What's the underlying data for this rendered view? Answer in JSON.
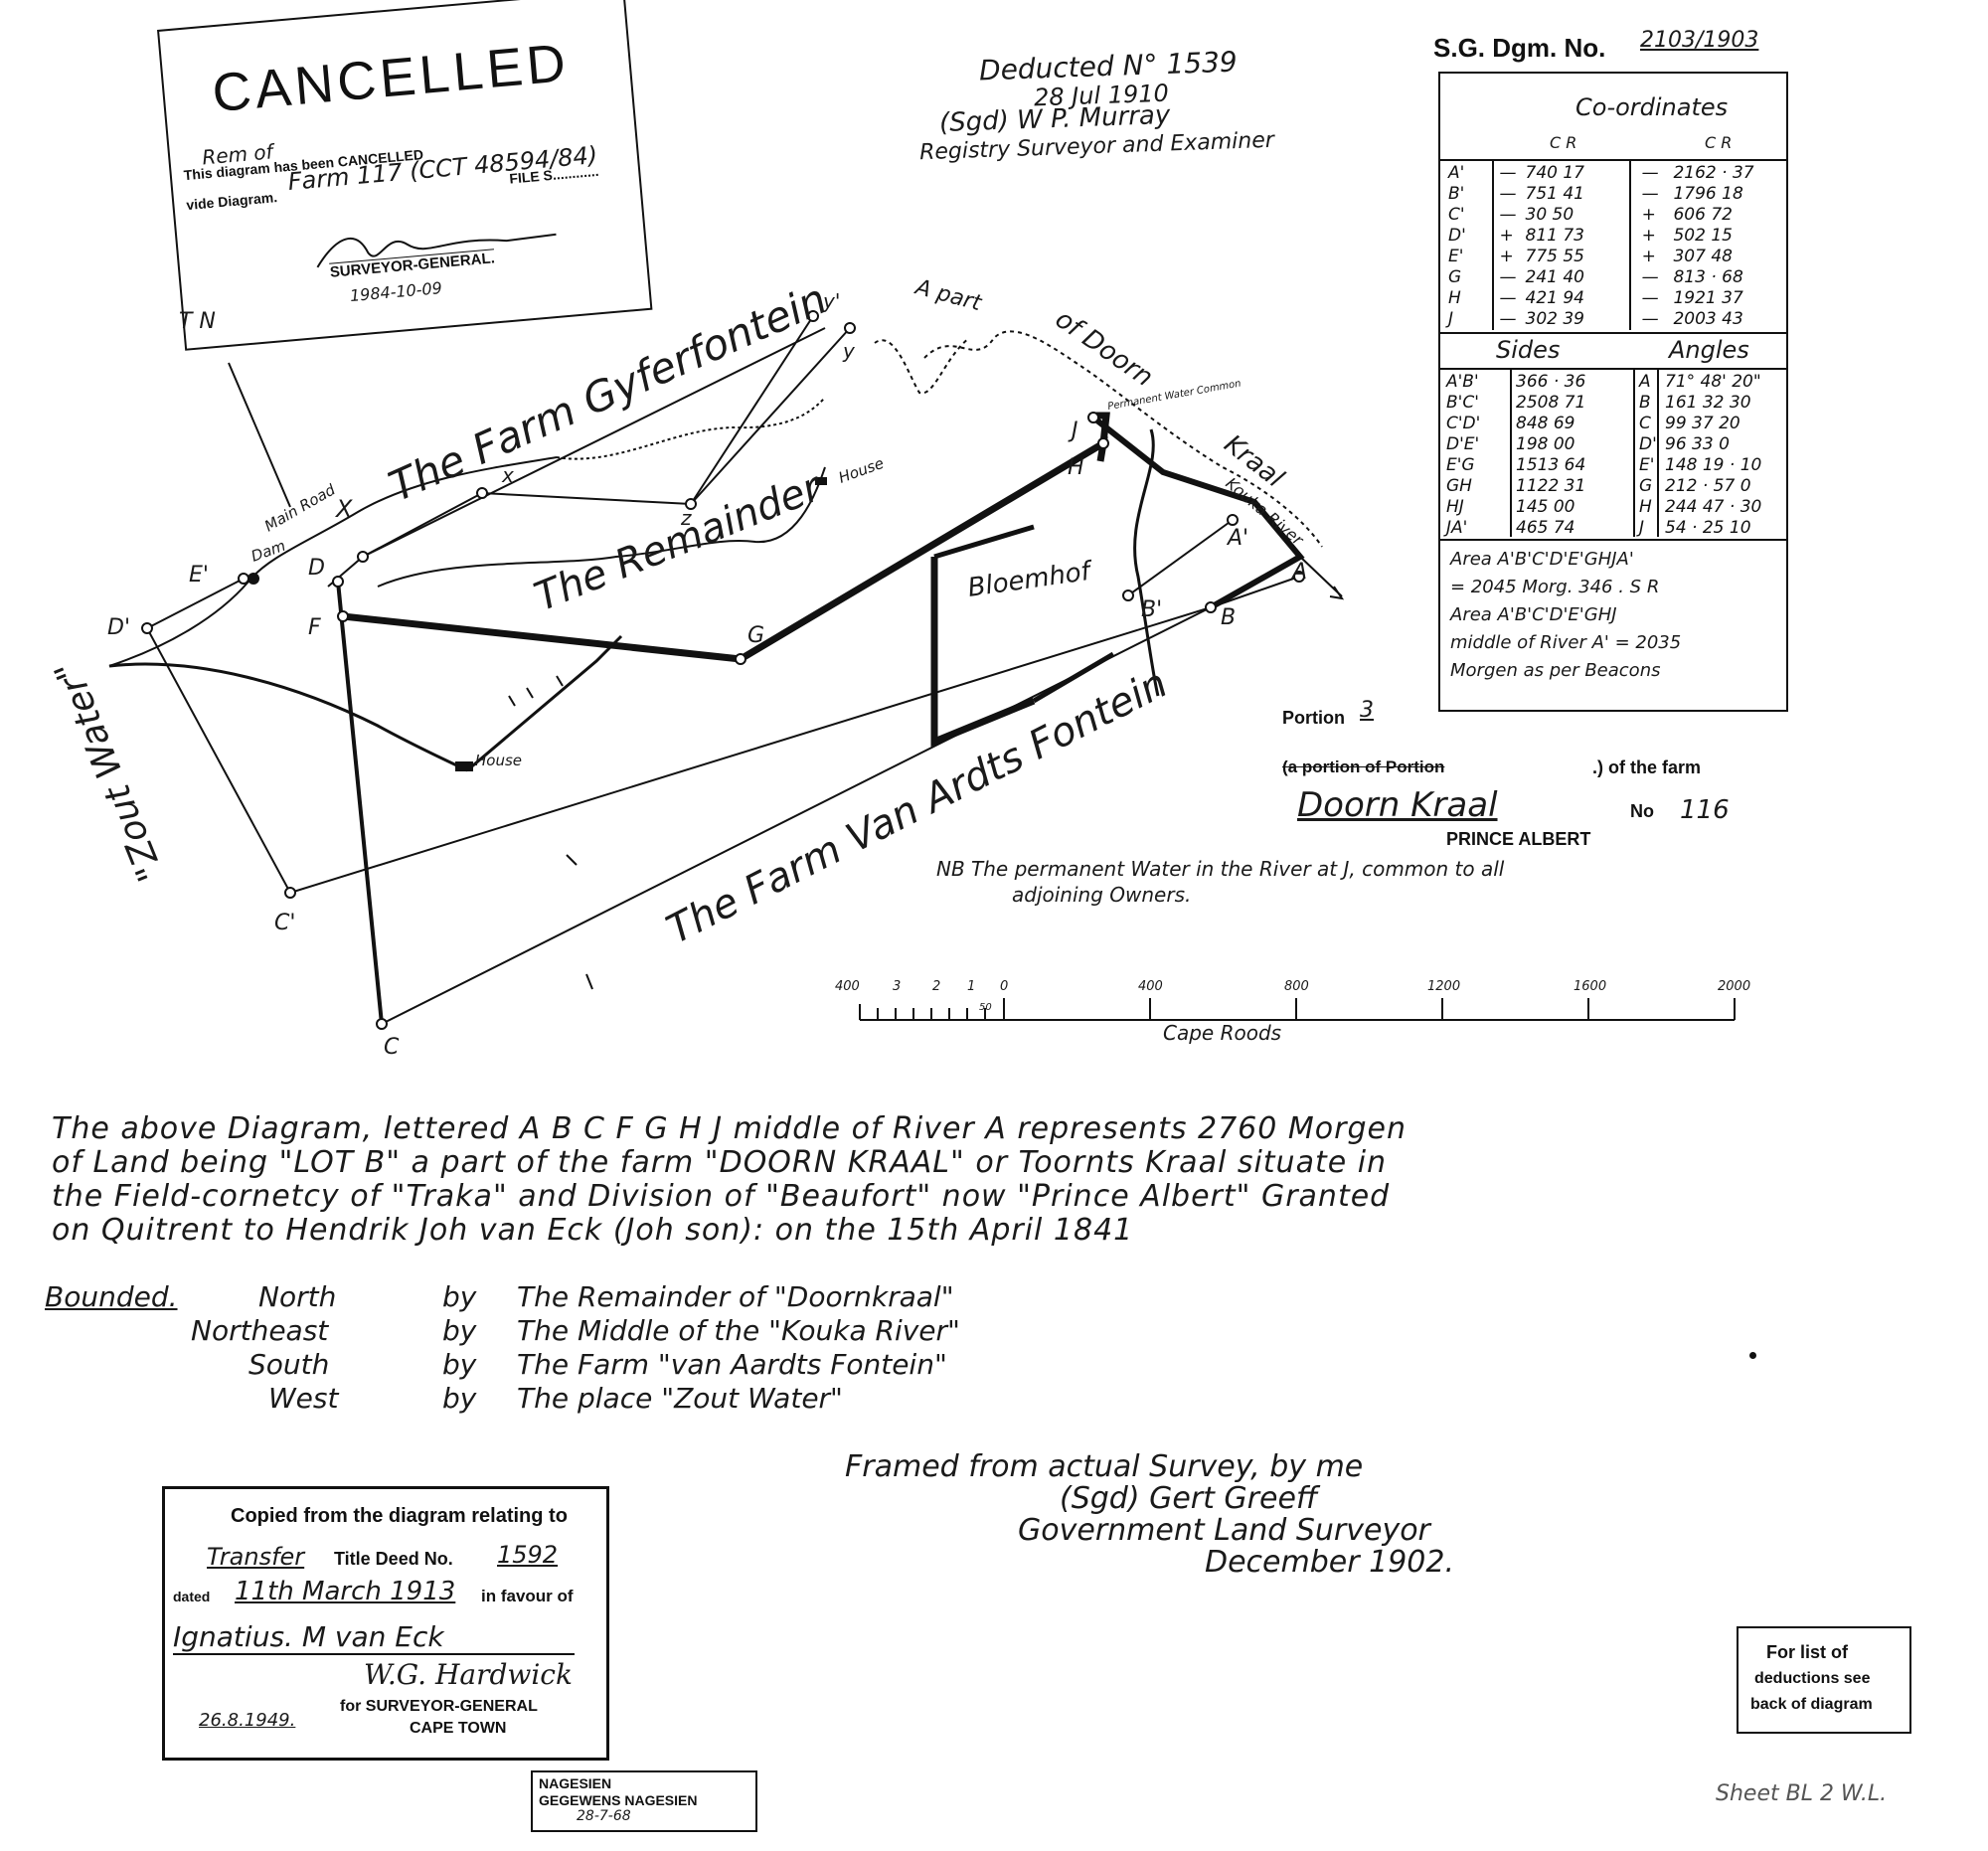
{
  "header": {
    "deducted_line1": "Deducted N° 1539",
    "deducted_line2": "28 Jul 1910",
    "deducted_line3": "(Sgd) W P. Murray",
    "deducted_line4": "Registry Surveyor and Examiner",
    "sg_label": "S.G. Dgm. No.",
    "sg_number": "2103/1903"
  },
  "cancelled_stamp": {
    "title": "CANCELLED",
    "rem_of": "Rem of",
    "line1": "This diagram has been CANCELLED",
    "vide_label": "vide Diagram.",
    "vide_value": "Farm 117 (CCT 48594/84)",
    "file_label": "FILE S............",
    "signer": "SURVEYOR-GENERAL.",
    "date": "1984-10-09"
  },
  "coordinates_panel": {
    "title": "Co-ordinates",
    "col1": "C R",
    "col2": "C R",
    "rows": [
      {
        "pt": "A'",
        "s1": "—",
        "v1": "740  17",
        "s2": "—",
        "v2": "2162 · 37"
      },
      {
        "pt": "B'",
        "s1": "—",
        "v1": "751  41",
        "s2": "—",
        "v2": "1796  18"
      },
      {
        "pt": "C'",
        "s1": "—",
        "v1": "30  50",
        "s2": "+",
        "v2": "606  72"
      },
      {
        "pt": "D'",
        "s1": "+",
        "v1": "811  73",
        "s2": "+",
        "v2": "502  15"
      },
      {
        "pt": "E'",
        "s1": "+",
        "v1": "775  55",
        "s2": "+",
        "v2": "307  48"
      },
      {
        "pt": "G",
        "s1": "—",
        "v1": "241  40",
        "s2": "—",
        "v2": "813 · 68"
      },
      {
        "pt": "H",
        "s1": "—",
        "v1": "421  94",
        "s2": "—",
        "v2": "1921  37"
      },
      {
        "pt": "J",
        "s1": "—",
        "v1": "302  39",
        "s2": "—",
        "v2": "2003  43"
      }
    ],
    "sides_title": "Sides",
    "angles_title": "Angles",
    "sides": [
      {
        "name": "A'B'",
        "value": "366 · 36",
        "pt": "A",
        "angle": "71° 48' 20\""
      },
      {
        "name": "B'C'",
        "value": "2508  71",
        "pt": "B",
        "angle": "161  32  30"
      },
      {
        "name": "C'D'",
        "value": "848  69",
        "pt": "C",
        "angle": "99  37  20"
      },
      {
        "name": "D'E'",
        "value": "198  00",
        "pt": "D'",
        "angle": "96  33  0"
      },
      {
        "name": "E'G",
        "value": "1513  64",
        "pt": "E'",
        "angle": "148  19 · 10"
      },
      {
        "name": "GH",
        "value": "1122  31",
        "pt": "G",
        "angle": "212 · 57  0"
      },
      {
        "name": "HJ",
        "value": "145  00",
        "pt": "H",
        "angle": "244  47 · 30"
      },
      {
        "name": "JA'",
        "value": "465  74",
        "pt": "J",
        "angle": "54 · 25  10"
      }
    ],
    "area1": "Area A'B'C'D'E'GHJA'",
    "area2": "= 2045 Morg. 346 . S R",
    "area3": "Area A'B'C'D'E'GHJ",
    "area4": "middle of River A' = 2035",
    "area5": "Morgen as per Beacons"
  },
  "portion": {
    "portion_label": "Portion",
    "portion_number": "3",
    "a_portion_of": "(a portion of Portion",
    "of_the_farm": ".) of the farm",
    "farm_name": "Doorn Kraal",
    "no_label": "No",
    "farm_number": "116",
    "district": "PRINCE ALBERT",
    "nb_line1": "NB  The permanent Water in the River at J, common to all",
    "nb_line2": "adjoining Owners."
  },
  "map_labels": {
    "gyfer": "The Farm Gyferfontein",
    "remainder": "The Remainder",
    "apart": "A part",
    "of_doorn": "of Doorn",
    "kraal": "Kraal",
    "bloemhof": "Bloemhof",
    "van_ardts": "The Farm Van Ardts Fontein",
    "zout": "\"Zout Water\"",
    "house1": "House",
    "house2": "House",
    "main_road": "Main Road",
    "dam": "Dam",
    "kouka": "Kouka River",
    "perm_water": "Permanent Water Common",
    "tn": "T N",
    "pt_A": "A",
    "pt_Ap": "A'",
    "pt_B": "B",
    "pt_Bp": "B'",
    "pt_C": "C",
    "pt_Cp": "C'",
    "pt_D": "D",
    "pt_Dp": "D'",
    "pt_Ep": "E'",
    "pt_F": "F",
    "pt_G": "G",
    "pt_H": "H",
    "pt_J": "J",
    "pt_X": "X",
    "pt_x": "x",
    "pt_y": "y",
    "pt_yp": "y'",
    "pt_z": "z"
  },
  "scale_bar": {
    "ticks": [
      "400",
      "3",
      "2",
      "1",
      "0",
      "400",
      "800",
      "1200",
      "1600",
      "2000"
    ],
    "sub": "50",
    "unit": "Cape Roods"
  },
  "description": {
    "line1": "The above Diagram, lettered A B C F G H J middle of River A represents 2760 Morgen",
    "line2": "of Land being \"LOT B\" a part of the farm \"DOORN KRAAL\" or Toornts Kraal situate in",
    "line3": "the Field-cornetcy of \"Traka\" and Division of \"Beaufort\" now \"Prince Albert\" Granted",
    "line4": "on Quitrent to Hendrik Joh van Eck (Joh son): on the 15th April 1841",
    "bounded": "Bounded.",
    "b1_dir": "North",
    "b1_by": "by",
    "b1_what": "The Remainder of \"Doornkraal\"",
    "b2_dir": "Northeast",
    "b2_by": "by",
    "b2_what": "The Middle of the \"Kouka River\"",
    "b3_dir": "South",
    "b3_by": "by",
    "b3_what": "The Farm \"van Aardts Fontein\"",
    "b4_dir": "West",
    "b4_by": "by",
    "b4_what": "The place \"Zout Water\""
  },
  "framed": {
    "line1": "Framed from actual Survey, by me",
    "line2": "(Sgd) Gert Greeff",
    "line3": "Government Land Surveyor",
    "line4": "December 1902."
  },
  "copied_stamp": {
    "title": "Copied from the diagram relating to",
    "transfer": "Transfer",
    "title_deed": "Title Deed No.",
    "deed_no": "1592",
    "dated": "dated",
    "date_value": "11th March 1913",
    "in_favour": "in favour of",
    "name": "Ignatius. M van Eck",
    "signature": "W.G. Hardwick",
    "date": "26.8.1949.",
    "for_sg": "for SURVEYOR-GENERAL",
    "cape_town": "CAPE TOWN"
  },
  "deductions_stamp": {
    "line1": "For list of",
    "line2": "deductions see",
    "line3": "back of diagram"
  },
  "nagesien_stamp": {
    "line1": "NAGESIEN",
    "line2": "GEGEWENS NAGESIEN",
    "date": "28-7-68"
  },
  "footer_note": "Sheet BL 2 W.L."
}
